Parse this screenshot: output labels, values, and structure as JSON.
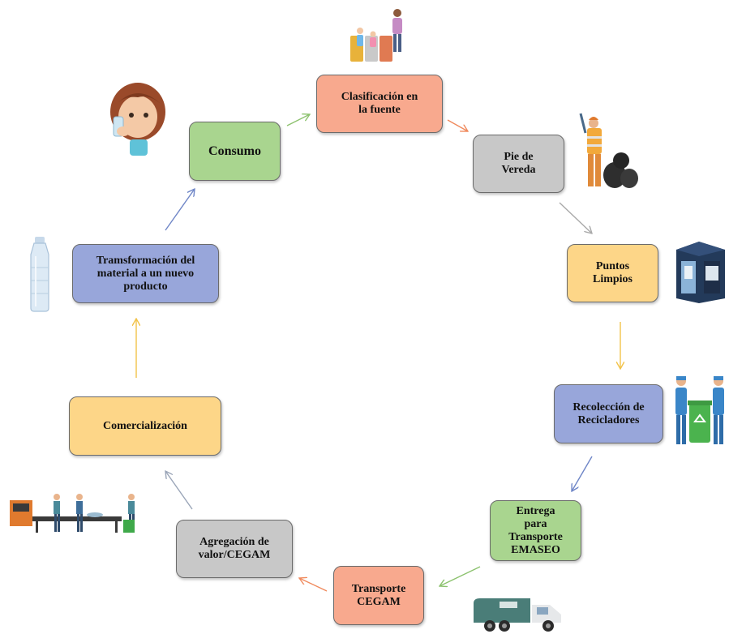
{
  "nodes": {
    "clasificacion": {
      "label": "Clasificación en\nla fuente",
      "color": "#F8A98E"
    },
    "pie_vereda": {
      "label": "Pie de\nVereda",
      "color": "#C8C8C8"
    },
    "puntos_limpios": {
      "label": "Puntos\nLimpios",
      "color": "#FDD688"
    },
    "recoleccion": {
      "label": "Recolección de\nRecicladores",
      "color": "#98A6DA"
    },
    "entrega": {
      "label": "Entrega\npara\nTransporte\nEMASEO",
      "color": "#A9D58F"
    },
    "transporte": {
      "label": "Transporte\nCEGAM",
      "color": "#F8A98E"
    },
    "agregacion": {
      "label": "Agregación de\nvalor/CEGAM",
      "color": "#C8C8C8"
    },
    "comercializacion": {
      "label": "Comercialización",
      "color": "#FDD688"
    },
    "transformacion": {
      "label": "Tramsformación del\nmaterial a un nuevo\nproducto",
      "color": "#98A6DA"
    },
    "consumo": {
      "label": "Consumo",
      "color": "#A9D58F"
    }
  },
  "arrow_colors": {
    "green": "#8CC26E",
    "orange": "#F08A5D",
    "gray": "#A9A9A9",
    "yellow": "#F2C34A",
    "blue": "#6F86C7",
    "slate": "#9AA5B8"
  },
  "icons": [
    "family-sorting-bins-icon",
    "street-sweeper-trash-bags-icon",
    "recycling-container-icon",
    "recyclers-with-bin-icon",
    "garbage-truck-icon",
    "sorting-plant-workers-icon",
    "plastic-bottle-icon",
    "woman-drinking-icon"
  ]
}
